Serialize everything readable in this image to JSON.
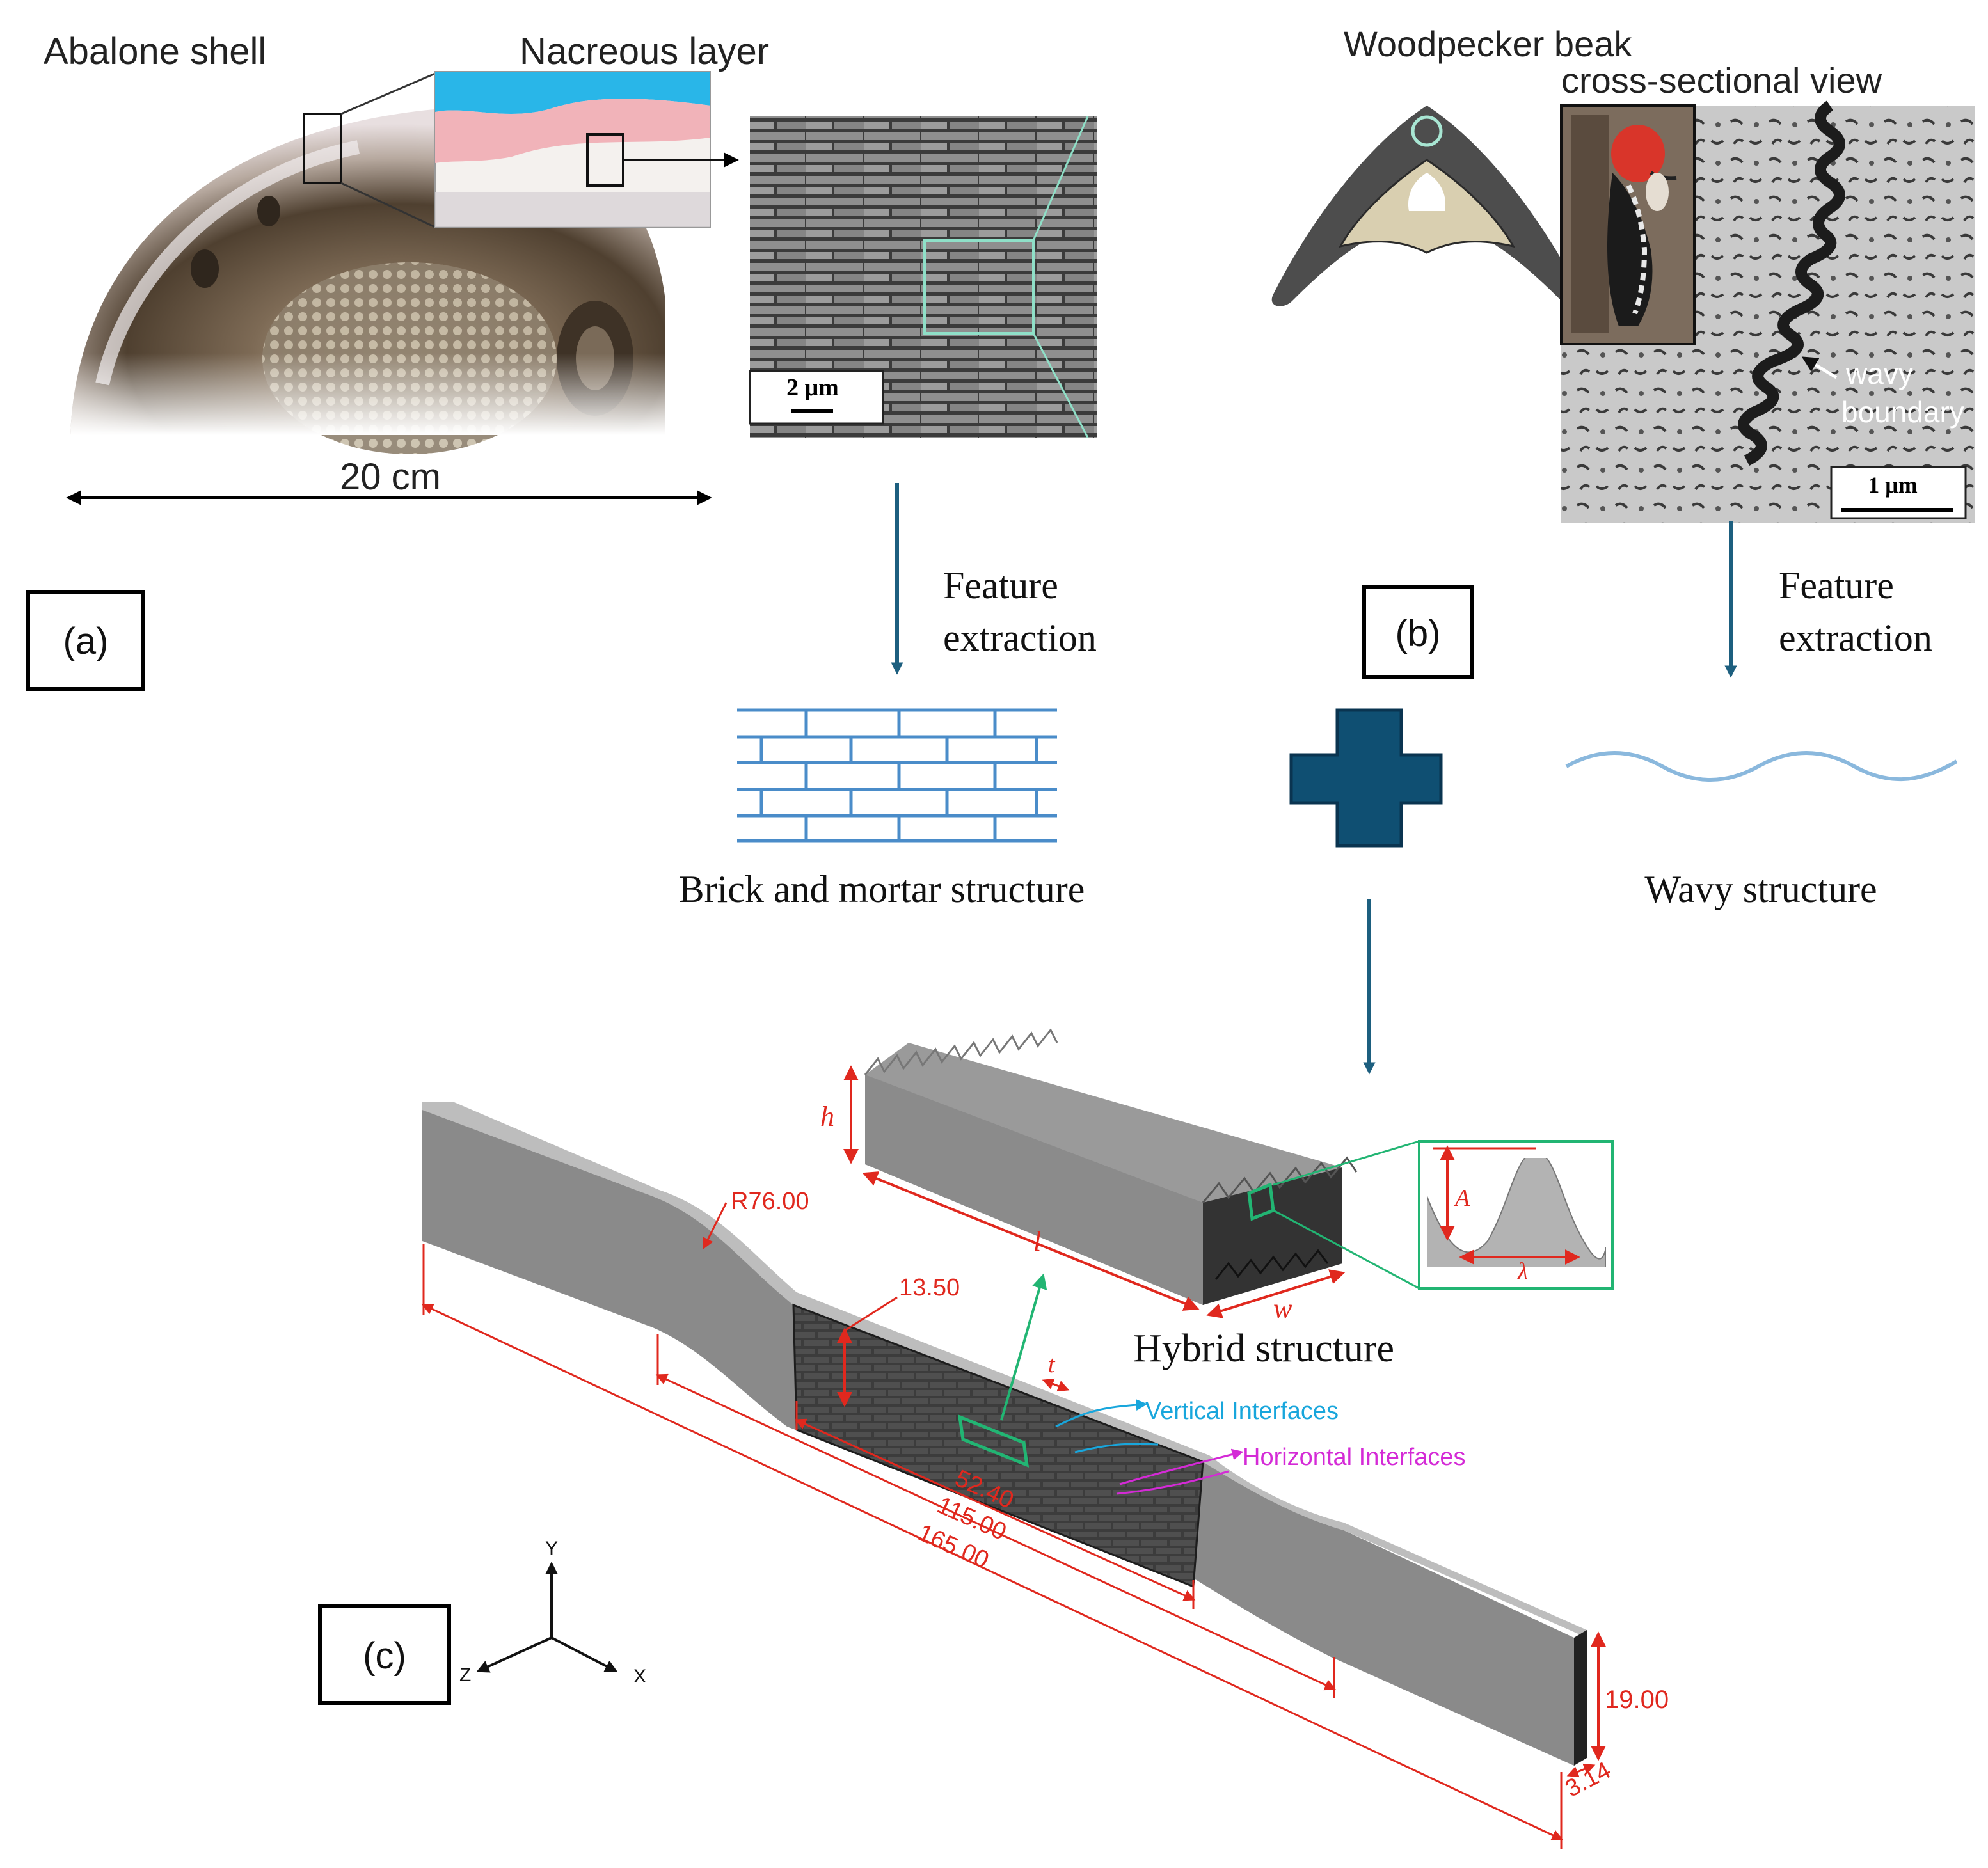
{
  "panel_a": {
    "abalone_label": "Abalone shell",
    "nacre_label": "Nacreous layer",
    "scale_cm": "20 cm",
    "sem_scale": "2 μm",
    "tag": "(a)",
    "feature_extraction_line1": "Feature",
    "feature_extraction_line2": "extraction",
    "structure_label": "Brick and mortar structure"
  },
  "panel_b": {
    "beak_label": "Woodpecker beak",
    "cross_label": "cross-sectional view",
    "wavy_boundary_line1": "wavy",
    "wavy_boundary_line2": "boundary",
    "sem_scale": "1 μm",
    "tag": "(b)",
    "feature_extraction_line1": "Feature",
    "feature_extraction_line2": "extraction",
    "structure_label": "Wavy structure"
  },
  "panel_c": {
    "tag": "(c)",
    "hybrid_label": "Hybrid structure",
    "dim_r": "R76.00",
    "dim_1350": "13.50",
    "dim_t": "t",
    "dim_5240": "52.40",
    "dim_11500": "115.00",
    "dim_16500": "165.00",
    "dim_1900": "19.00",
    "dim_314": "3.14",
    "dim_h": "h",
    "dim_l": "l",
    "dim_w": "w",
    "dim_A": "A",
    "dim_lambda": "λ",
    "vertical_interfaces": "Vertical Interfaces",
    "horizontal_interfaces": "Horizontal Interfaces",
    "axis_x": "X",
    "axis_y": "Y",
    "axis_z": "Z"
  },
  "colors": {
    "arrow_teal": "#1d5f7f",
    "brick_blue": "#4a8cc9",
    "wave_blue": "#8ab8dd",
    "plus_navy": "#0f4f72",
    "dim_red": "#e0281e",
    "vertical_cyan": "#18a6dc",
    "horizontal_magenta": "#d42ad6",
    "accent_green": "#22b573"
  }
}
